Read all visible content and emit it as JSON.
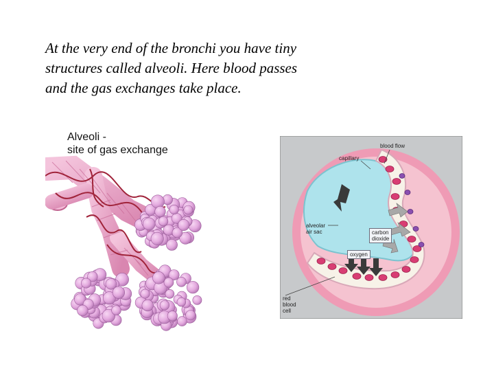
{
  "text": {
    "line1": "At the very end of the bronchi you have tiny",
    "line2": "structures called alveoli.  Here blood passes",
    "line3": "and the gas exchanges take place."
  },
  "left_diagram": {
    "title_line1": "Alveoli -",
    "title_line2": "site of gas exchange"
  },
  "right_diagram": {
    "labels": {
      "blood_flow": "blood flow",
      "capillary": "capillary",
      "alveolar_line1": "alveolar",
      "alveolar_line2": "air sac",
      "carbon_line1": "carbon",
      "carbon_line2": "dioxide",
      "oxygen": "oxygen",
      "rbc_line1": "red",
      "rbc_line2": "blood",
      "rbc_line3": "cell"
    }
  },
  "colors": {
    "alveoli": "#e3a9de",
    "bronchiole": "#e7a2c6",
    "vessel": "#a0233a",
    "air_sac": "#aee3ec",
    "tissue": "#f2b6c6",
    "panel_bg": "#c7c9cb",
    "rbc": "#d83d73"
  }
}
